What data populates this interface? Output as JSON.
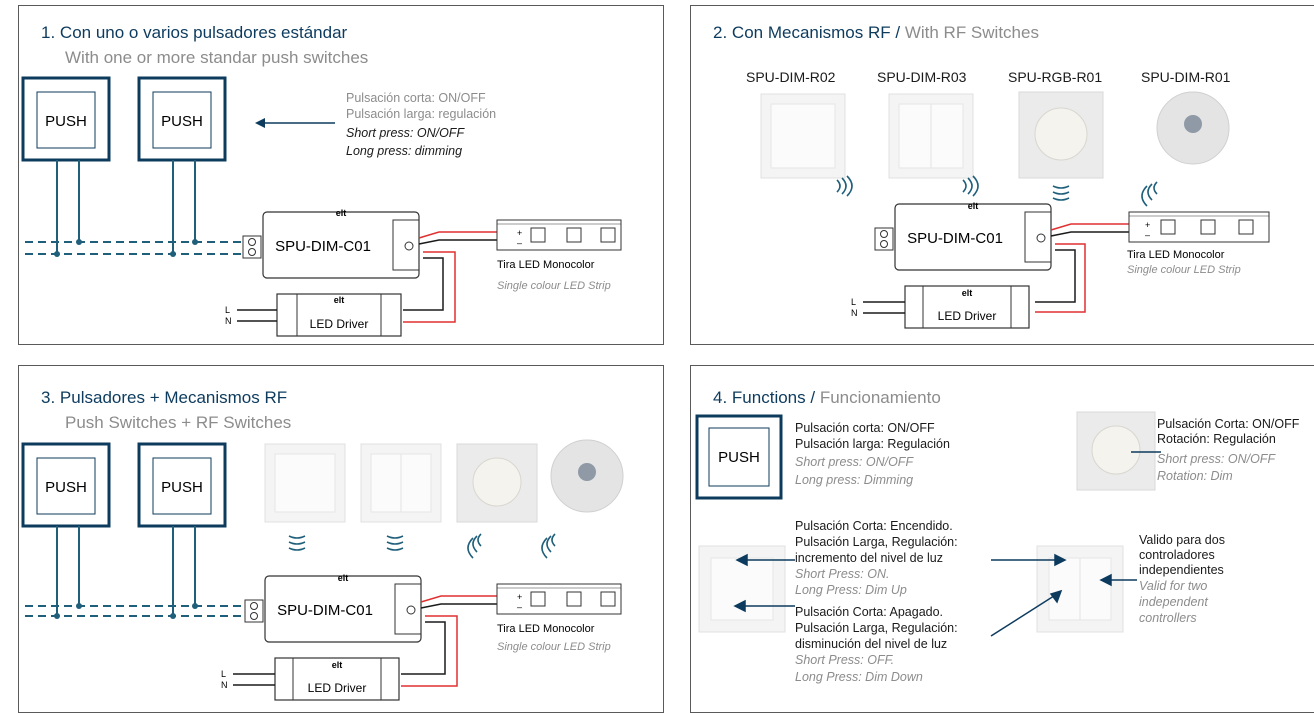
{
  "panel1": {
    "num": "1.",
    "title": "Con uno o varios pulsadores estándar",
    "subtitle": "With one or more standar push switches",
    "push_label": "PUSH",
    "note_es_1": "Pulsación corta: ON/OFF",
    "note_es_2": "Pulsación larga: regulación",
    "note_en_1": "Short press: ON/OFF",
    "note_en_2": "Long press: dimming",
    "controller": "SPU-DIM-C01",
    "driver": "LED Driver",
    "brand": "elt",
    "strip_es": "Tira LED Monocolor",
    "strip_en": "Single colour LED Strip",
    "L": "L",
    "N": "N",
    "plus": "+",
    "minus": "–"
  },
  "panel2": {
    "num": "2.",
    "title": "Con Mecanismos RF /",
    "title_en": "With RF Switches",
    "models": [
      "SPU-DIM-R02",
      "SPU-DIM-R03",
      "SPU-RGB-R01",
      "SPU-DIM-R01"
    ],
    "controller": "SPU-DIM-C01",
    "driver": "LED Driver",
    "strip_es": "Tira LED Monocolor",
    "strip_en": "Single colour LED Strip"
  },
  "panel3": {
    "num": "3.",
    "title": "Pulsadores + Mecanismos RF",
    "subtitle": "Push Switches + RF Switches",
    "push_label": "PUSH",
    "controller": "SPU-DIM-C01",
    "driver": "LED Driver",
    "strip_es": "Tira LED Monocolor",
    "strip_en": "Single colour LED Strip"
  },
  "panel4": {
    "num": "4.",
    "title": "Functions /",
    "title_es": "Funcionamiento",
    "push_label": "PUSH",
    "push_es_1": "Pulsación corta: ON/OFF",
    "push_es_2": "Pulsación larga: Regulación",
    "push_en_1": "Short press: ON/OFF",
    "push_en_2": "Long press: Dimming",
    "rot_es_1": "Pulsación Corta: ON/OFF",
    "rot_es_2": "Rotación: Regulación",
    "rot_en_1": "Short press: ON/OFF",
    "rot_en_2": "Rotation: Dim",
    "up_es_1": "Pulsación Corta: Encendido.",
    "up_es_2": "Pulsación Larga, Regulación:",
    "up_es_3": "incremento del nivel de luz",
    "up_en_1": "Short Press: ON.",
    "up_en_2": "Long Press: Dim Up",
    "down_es_1": "Pulsación Corta: Apagado.",
    "down_es_2": "Pulsación Larga, Regulación:",
    "down_es_3": "disminución del nivel de luz",
    "down_en_1": "Short Press: OFF.",
    "down_en_2": "Long Press: Dim Down",
    "two_es_1": "Valido para dos",
    "two_es_2": "controladores",
    "two_es_3": "independientes",
    "two_en_1": "Valid for two",
    "two_en_2": "independent",
    "two_en_3": "controllers"
  },
  "colors": {
    "accent": "#0d3b5e",
    "grey": "#8c8c8c",
    "wire_red": "#e03030",
    "wire_dark": "#1a1a1a",
    "dashed": "#1f5f7a"
  }
}
